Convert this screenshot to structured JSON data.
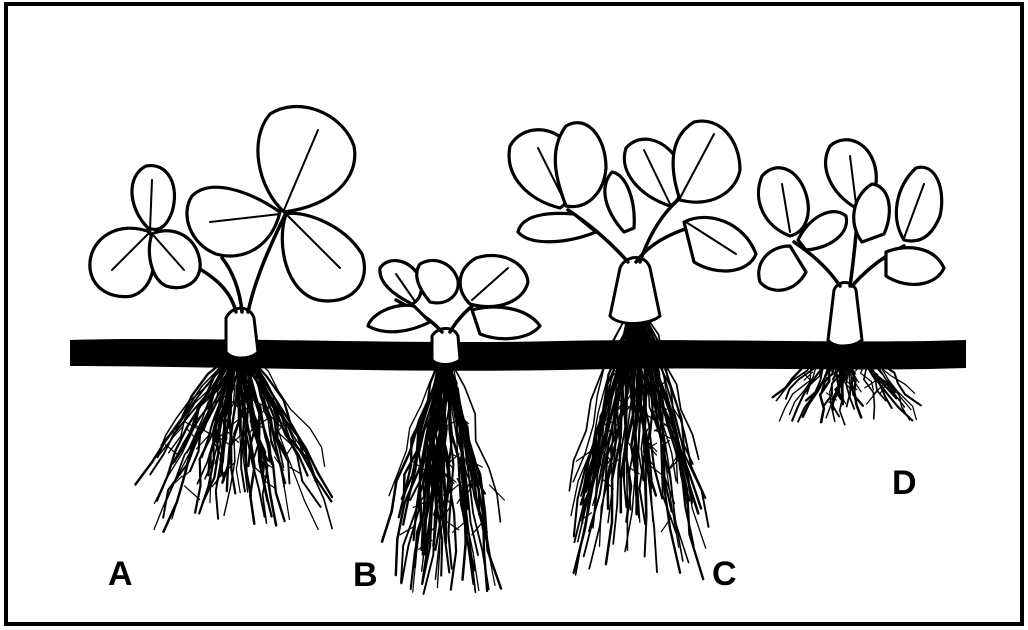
{
  "figure": {
    "plants": [
      {
        "id": "plant-a",
        "label": "A"
      },
      {
        "id": "plant-b",
        "label": "B"
      },
      {
        "id": "plant-c",
        "label": "C"
      },
      {
        "id": "plant-d",
        "label": "D"
      }
    ]
  }
}
